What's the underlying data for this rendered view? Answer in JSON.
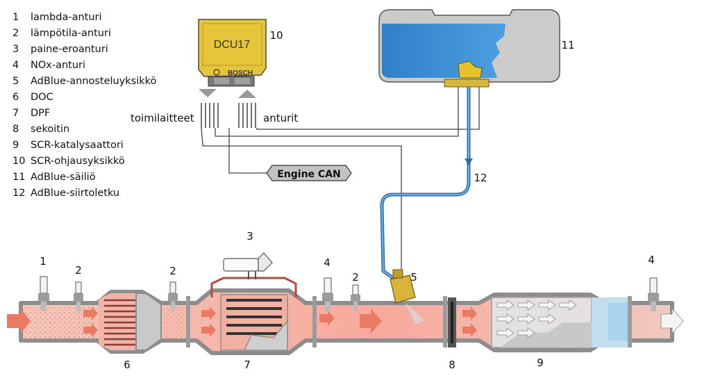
{
  "legend": {
    "items": [
      {
        "num": "1",
        "text": "lambda-anturi"
      },
      {
        "num": "2",
        "text": "lämpötila-anturi"
      },
      {
        "num": "3",
        "text": "paine-eroanturi"
      },
      {
        "num": "4",
        "text": "NOx-anturi"
      },
      {
        "num": "5",
        "text": "AdBlue-annosteluyksikkö"
      },
      {
        "num": "6",
        "text": "DOC"
      },
      {
        "num": "7",
        "text": "DPF"
      },
      {
        "num": "8",
        "text": "sekoitin"
      },
      {
        "num": "9",
        "text": "SCR-katalysaattori"
      },
      {
        "num": "10",
        "text": "SCR-ohjausyksikkö"
      },
      {
        "num": "11",
        "text": "AdBlue-säiliö"
      },
      {
        "num": "12",
        "text": "AdBlue-siirtoletku"
      }
    ]
  },
  "ecu": {
    "model": "DCU17",
    "brand": "BOSCH",
    "callout": "10"
  },
  "tank": {
    "callout": "11"
  },
  "hose": {
    "callout": "12"
  },
  "signals": {
    "actuators": "toimilaitteet",
    "sensors": "anturit",
    "can": "Engine CAN"
  },
  "callouts": {
    "lambda_sensor": "1",
    "temp_sensor_1": "2",
    "temp_sensor_2": "2",
    "temp_sensor_3": "2",
    "pressure_sensor": "3",
    "nox_sensor_1": "4",
    "nox_sensor_2": "4",
    "dosing_unit": "5",
    "doc": "6",
    "dpf": "7",
    "mixer": "8",
    "scr": "9"
  },
  "colors": {
    "ecu_yellow": "#e5c435",
    "adblue_blue": "#3d8fd0",
    "exhaust_hot": "#f8b3a6",
    "exhaust_clean": "#b8dcef",
    "arrow_red": "#ec6b55",
    "metal_grey": "#b5b5b5"
  }
}
